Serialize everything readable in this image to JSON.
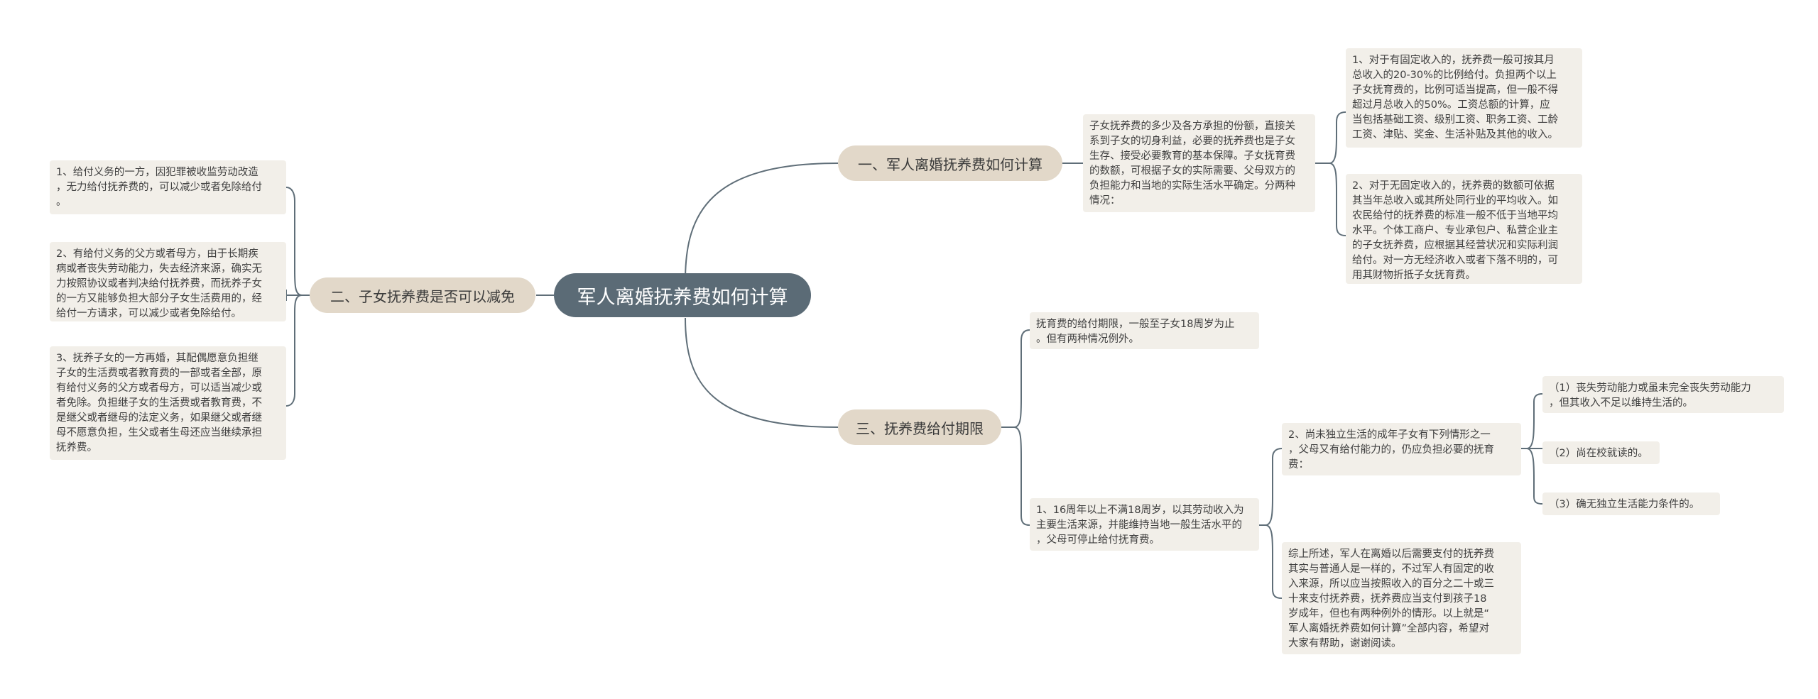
{
  "root": {
    "title": "军人离婚抚养费如何计算"
  },
  "branches": {
    "b1": "一、军人离婚抚养费如何计算",
    "b2": "二、子女抚养费是否可以减免",
    "b3": "三、抚养费给付期限"
  },
  "left": {
    "n1": "1、给付义务的一方，因犯罪被收监劳动改造\n，无力给付抚养费的，可以减少或者免除给付\n。",
    "n2": "2、有给付义务的父方或者母方，由于长期疾\n病或者丧失劳动能力，失去经济来源，确实无\n力按照协议或者判决给付抚养费，而抚养子女\n的一方又能够负担大部分子女生活费用的，经\n给付一方请求，可以减少或者免除给付。",
    "n3": "3、抚养子女的一方再婚，其配偶愿意负担继\n子女的生活费或者教育费的一部或者全部，原\n有给付义务的父方或者母方，可以适当减少或\n者免除。负担继子女的生活费或者教育费，不\n是继父或者继母的法定义务，如果继父或者继\n母不愿意负担，生父或者生母还应当继续承担\n抚养费。"
  },
  "right1": {
    "intro": "子女抚养费的多少及各方承担的份额，直接关\n系到子女的切身利益，必要的抚养费也是子女\n生存、接受必要教育的基本保障。子女抚育费\n的数额，可根据子女的实际需要、父母双方的\n负担能力和当地的实际生活水平确定。分两种\n情况：",
    "c1": "1、对于有固定收入的，抚养费一般可按其月\n总收入的20-30%的比例给付。负担两个以上\n子女抚育费的，比例可适当提高，但一般不得\n超过月总收入的50%。工资总额的计算，应\n当包括基础工资、级别工资、职务工资、工龄\n工资、津贴、奖金、生活补贴及其他的收入。",
    "c2": "2、对于无固定收入的，抚养费的数额可依据\n其当年总收入或其所处同行业的平均收入。如\n农民给付的抚养费的标准一般不低于当地平均\n水平。个体工商户、专业承包户、私营企业主\n的子女抚养费，应根据其经营状况和实际利润\n给付。对一方无经济收入或者下落不明的，可\n用其财物折抵子女抚育费。"
  },
  "right3": {
    "r1": "抚育费的给付期限，一般至子女18周岁为止\n。但有两种情况例外。",
    "r2": "1、16周年以上不满18周岁，以其劳动收入为\n主要生活来源，并能维持当地一般生活水平的\n，父母可停止给付抚育费。",
    "s1": "2、尚未独立生活的成年子女有下列情形之一\n，父母又有给付能力的，仍应负担必要的抚育\n费：",
    "s2": "综上所述，军人在离婚以后需要支付的抚养费\n其实与普通人是一样的，不过军人有固定的收\n入来源，所以应当按照收入的百分之二十或三\n十来支付抚养费，抚养费应当支付到孩子18\n岁成年，但也有两种例外的情形。以上就是“\n军人离婚抚养费如何计算”全部内容，希望对\n大家有帮助，谢谢阅读。",
    "t1": "（1）丧失劳动能力或虽未完全丧失劳动能力\n，但其收入不足以维持生活的。",
    "t2": "（2）尚在校就读的。",
    "t3": "（3）确无独立生活能力条件的。"
  },
  "colors": {
    "root_bg": "#5b6b76",
    "branch_bg": "#e2d8c9",
    "leaf_bg": "#f2efe9",
    "line": "#5f6e78"
  }
}
